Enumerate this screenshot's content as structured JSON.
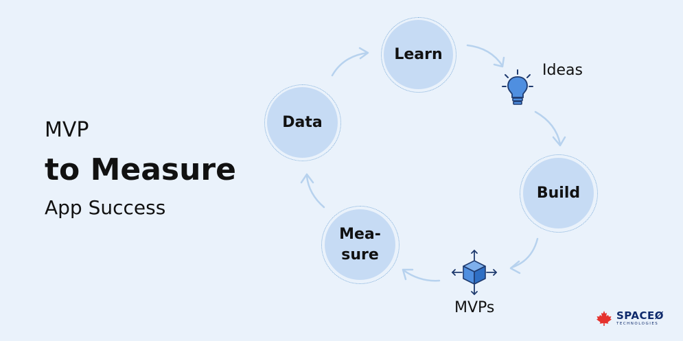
{
  "headline": {
    "line1": "MVP",
    "line2": "to Measure",
    "line3": "App Success"
  },
  "cycle": {
    "nodes": {
      "learn": "Learn",
      "build": "Build",
      "measure": "Mea-\nsure",
      "data": "Data"
    },
    "items": {
      "ideas": "Ideas",
      "mvps": "MVPs"
    }
  },
  "logo": {
    "name": "SPACEØ",
    "subtitle": "TECHNOLOGIES"
  },
  "colors": {
    "background": "#eaf2fb",
    "node_fill": "#c6dbf4",
    "arrow": "#b7d2ee",
    "icon_blue": "#4f8fe0",
    "logo_red": "#e5322d",
    "logo_navy": "#0e2a6b"
  },
  "icons": [
    "lightbulb-icon",
    "cube-expand-icon",
    "maple-leaf-icon"
  ]
}
